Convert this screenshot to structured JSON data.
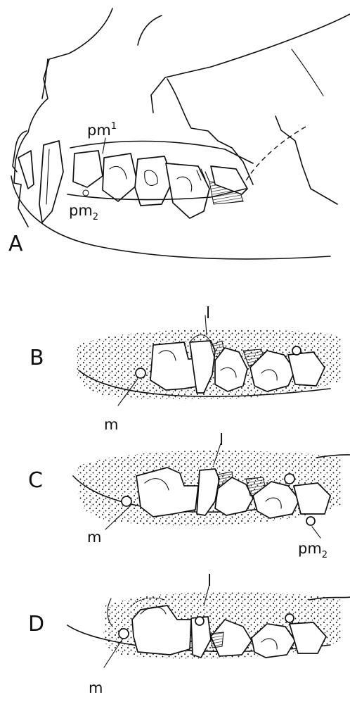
{
  "panels": {
    "a": {
      "letter": "A",
      "labels": {
        "pm_upper": "pm",
        "pm_upper_sup": "1",
        "pm_lower": "pm",
        "pm_lower_sub": "2"
      }
    },
    "b": {
      "letter": "B",
      "labels": {
        "l": "l",
        "m": "m"
      }
    },
    "c": {
      "letter": "C",
      "labels": {
        "l": "l",
        "m": "m",
        "pm": "pm",
        "pm_sub": "2"
      }
    },
    "d": {
      "letter": "D",
      "labels": {
        "l": "l",
        "m": "m"
      }
    }
  }
}
